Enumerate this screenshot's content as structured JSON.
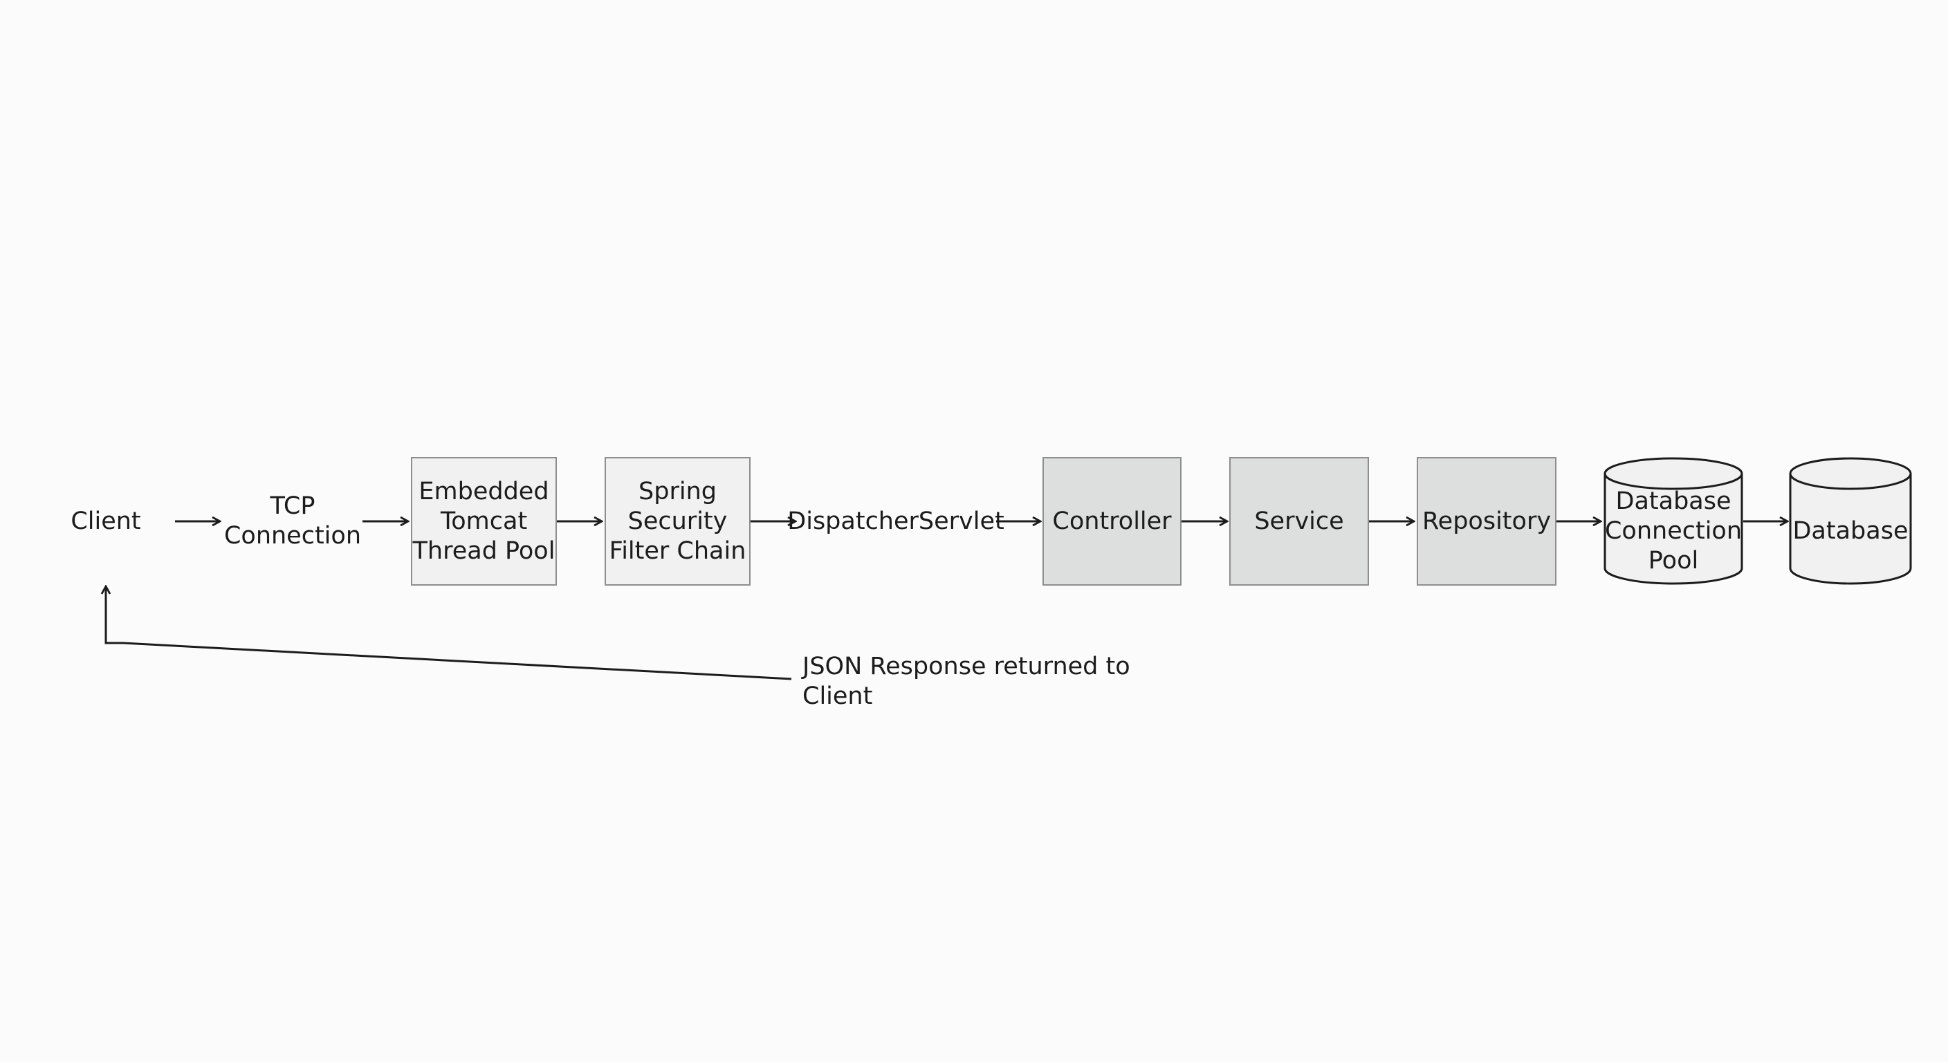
{
  "nodes": {
    "client": "Client",
    "tcp": "TCP\nConnection",
    "tomcat": "Embedded\nTomcat\nThread Pool",
    "security": "Spring\nSecurity\nFilter Chain",
    "dispatcher": "DispatcherServlet",
    "controller": "Controller",
    "service": "Service",
    "repository": "Repository",
    "db_pool": "Database\nConnection\nPool",
    "database": "Database"
  },
  "return_path": {
    "label": "JSON Response returned to Client"
  },
  "colors": {
    "background": "#fbfbfb",
    "light_box": "#f1f1f1",
    "dark_box": "#dddede",
    "border": "#8e8e8e",
    "text": "#1c1c1c",
    "arrow": "#1c1c1c"
  }
}
